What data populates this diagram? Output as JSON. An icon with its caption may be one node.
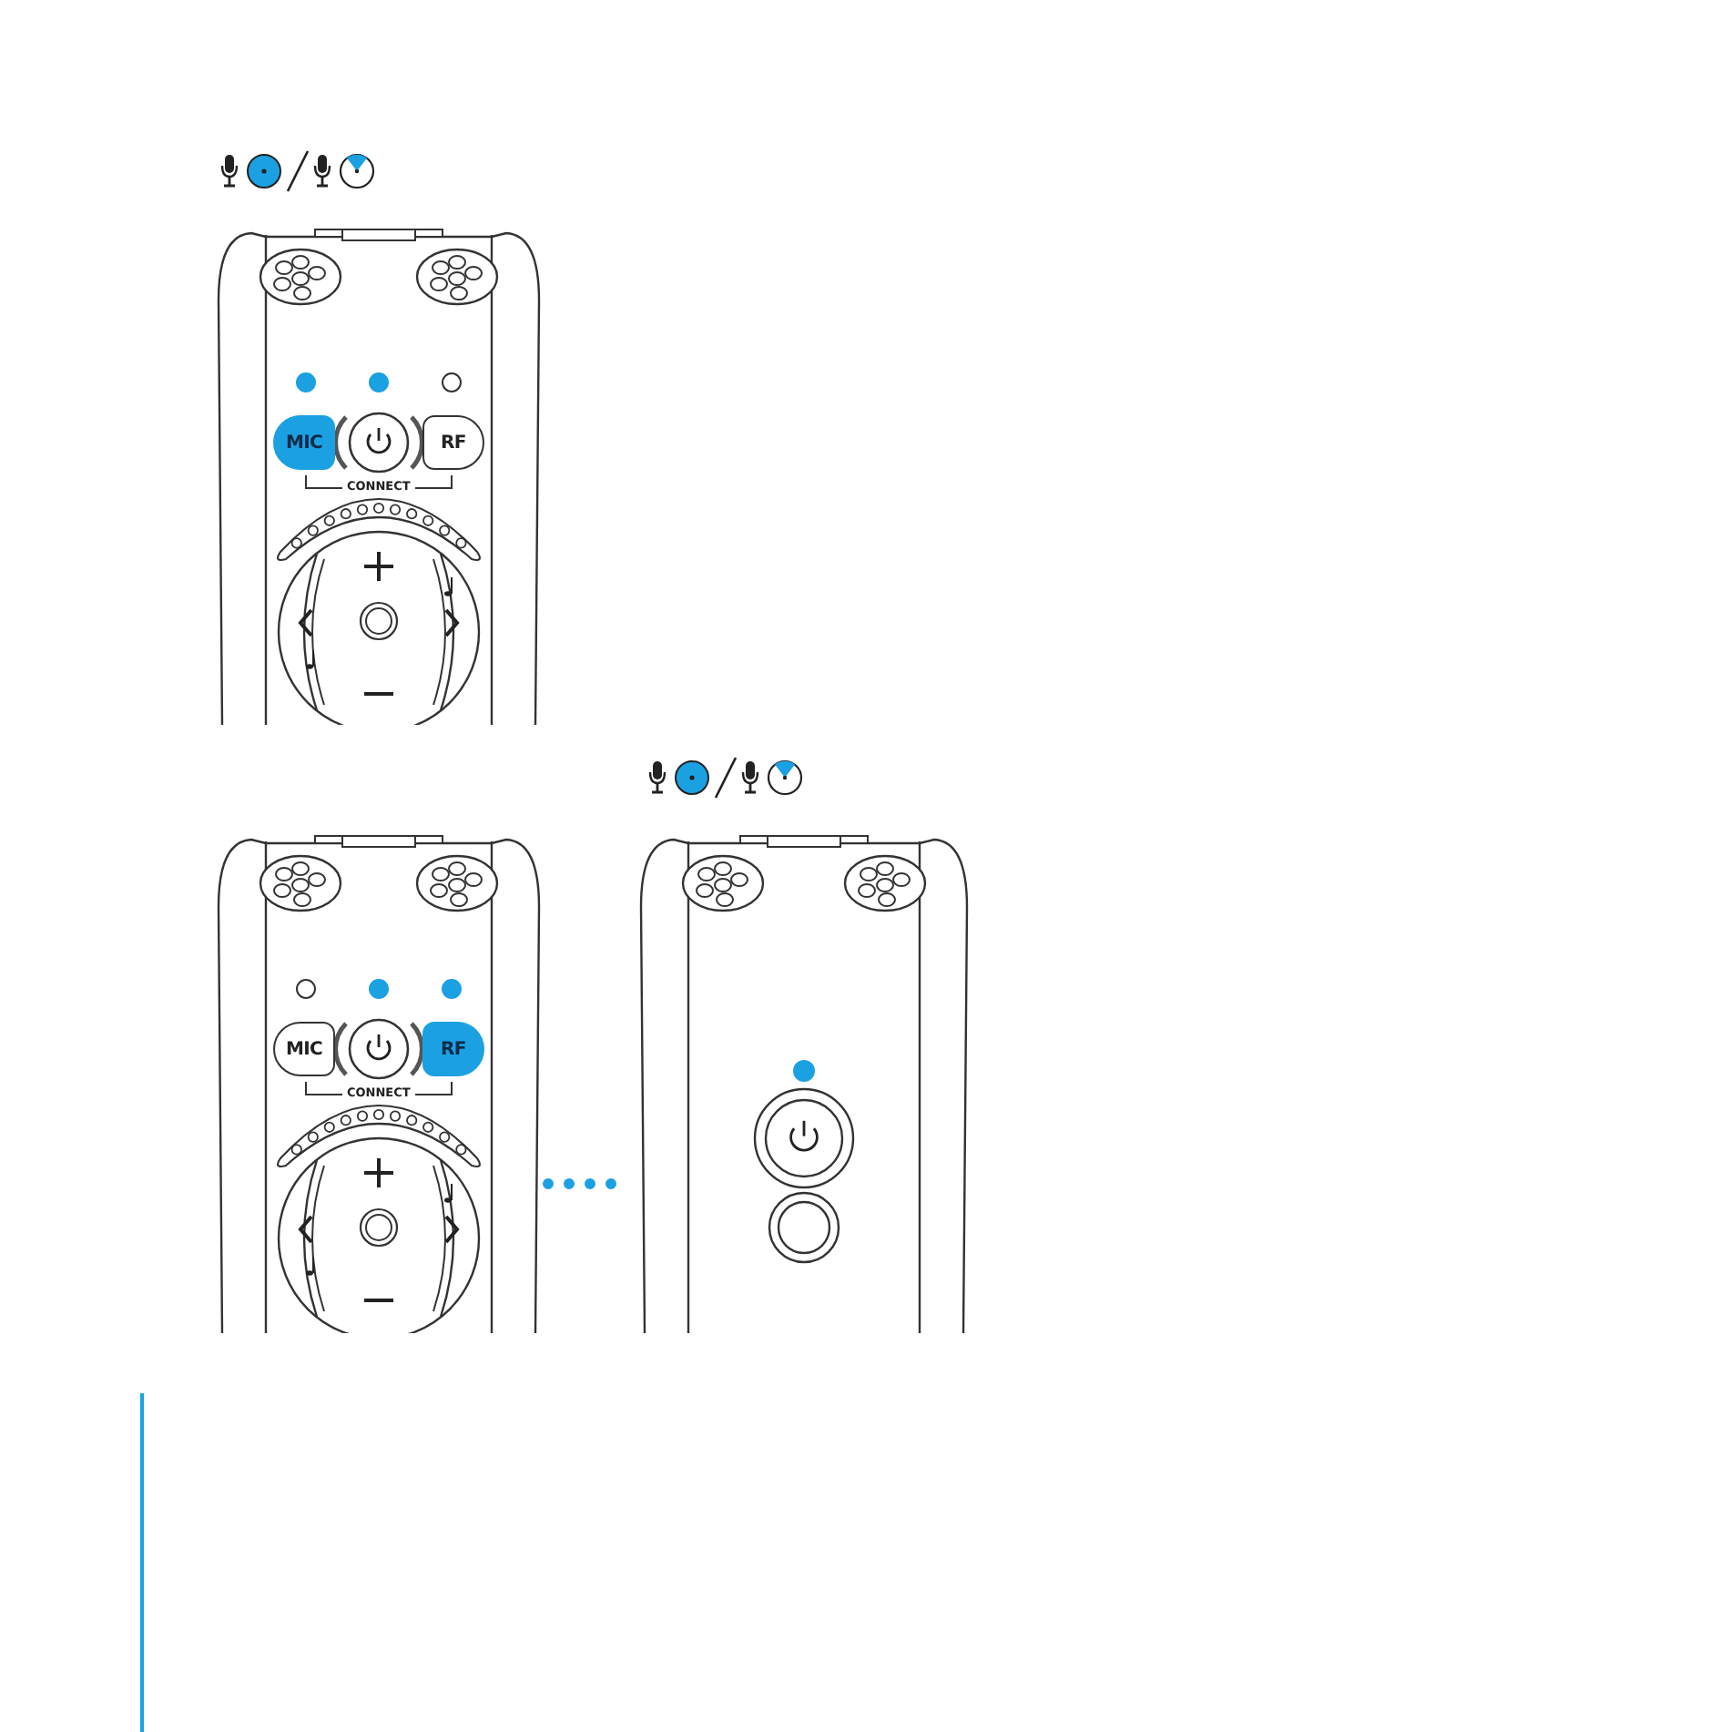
{
  "diagram": {
    "nodes": [
      {
        "text": [],
        "shape": "picture"
      },
      {
        "text": [
          "MIC"
        ],
        "in": 0
      },
      {
        "text": [
          "RF"
        ],
        "in": 0
      },
      {
        "text": [],
        "shape": "picture"
      },
      {
        "text": [
          "MIC"
        ],
        "in": 3
      },
      {
        "text": [
          "RF"
        ],
        "in": 3
      },
      {
        "text": [],
        "shape": "picture"
      }
    ],
    "edges": [
      {
        "from": 3,
        "to": 6,
        "arrow": "none",
        "style": "dashed",
        "color": "#1ba1e2"
      }
    ],
    "labels": [
      "CONNECT",
      "CONNECT"
    ]
  }
}
